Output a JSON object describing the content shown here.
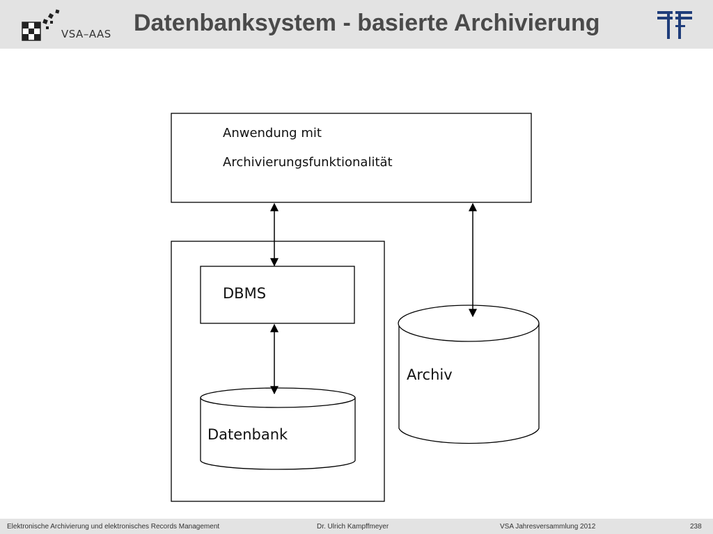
{
  "header": {
    "logo_text": "VSA–AAS",
    "title": "Datenbanksystem - basierte Archivierung"
  },
  "diagram": {
    "application_line1": "Anwendung mit",
    "application_line2": "Archivierungsfunktionalität",
    "dbms": "DBMS",
    "database": "Datenbank",
    "archive": "Archiv"
  },
  "footer": {
    "course": "Elektronische Archivierung und elektronisches Records Management",
    "author": "Dr. Ulrich Kampffmeyer",
    "event": "VSA Jahresversammlung 2012",
    "page": "238"
  },
  "colors": {
    "header_bg": "#e3e3e3",
    "title": "#4a4a4a",
    "logo_blue": "#1f3d7a"
  }
}
